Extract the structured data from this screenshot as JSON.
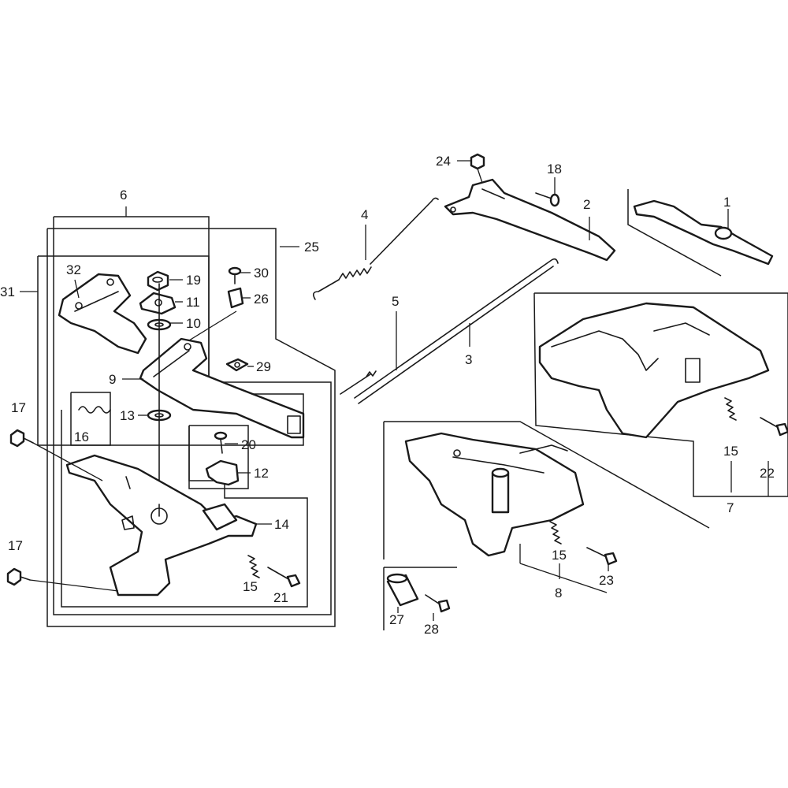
{
  "diagram": {
    "labels": {
      "p1": "1",
      "p2": "2",
      "p3": "3",
      "p4": "4",
      "p5": "5",
      "p6": "6",
      "p7": "7",
      "p8": "8",
      "p9": "9",
      "p10": "10",
      "p11": "11",
      "p12": "12",
      "p13": "13",
      "p14": "14",
      "p15a": "15",
      "p15b": "15",
      "p15c": "15",
      "p16": "16",
      "p17a": "17",
      "p17b": "17",
      "p18": "18",
      "p19": "19",
      "p20": "20",
      "p21": "21",
      "p22": "22",
      "p23": "23",
      "p24": "24",
      "p25": "25",
      "p26": "26",
      "p27": "27",
      "p28": "28",
      "p29": "29",
      "p30": "30",
      "p31": "31",
      "p32": "32"
    }
  }
}
